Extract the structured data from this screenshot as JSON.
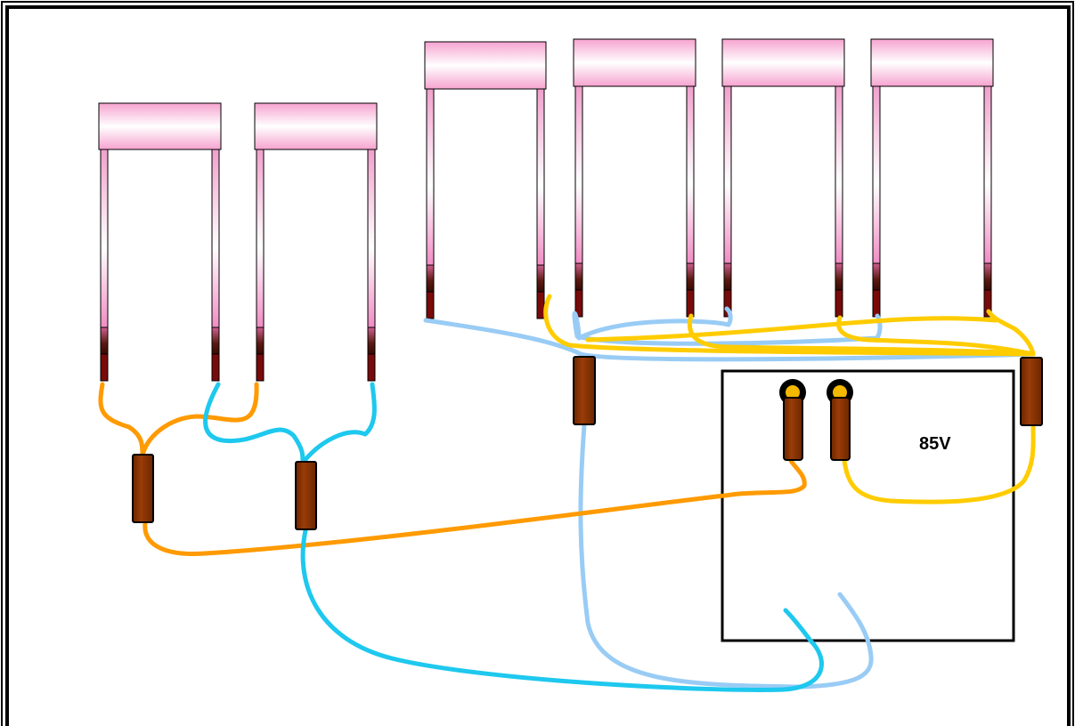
{
  "diagram": {
    "power_supply": {
      "voltage_label": "85V"
    },
    "colors": {
      "frame": "#000000",
      "background": "#ffffff",
      "plate_top": "#ffffff",
      "plate_pink": "#f3a6cf",
      "plate_edge": "#cc66aa",
      "lead_dark_red": "#6b0a0a",
      "connector": "#8b3300",
      "terminal_ring": "#000000",
      "terminal_center": "#f5b800",
      "wire_orange": "#ff9a00",
      "wire_cyan": "#1ec8ee",
      "wire_light_blue": "#99ccf5",
      "wire_yellow": "#ffcc00"
    },
    "plates": [
      {
        "id": "plate-1",
        "group": "left"
      },
      {
        "id": "plate-2",
        "group": "left"
      },
      {
        "id": "plate-3",
        "group": "right"
      },
      {
        "id": "plate-4",
        "group": "right"
      },
      {
        "id": "plate-5",
        "group": "right"
      },
      {
        "id": "plate-6",
        "group": "right"
      }
    ],
    "wires": [
      {
        "id": "wire-orange",
        "color": "orange"
      },
      {
        "id": "wire-cyan",
        "color": "cyan"
      },
      {
        "id": "wire-light-blue",
        "color": "light-blue"
      },
      {
        "id": "wire-yellow",
        "color": "yellow"
      }
    ]
  }
}
